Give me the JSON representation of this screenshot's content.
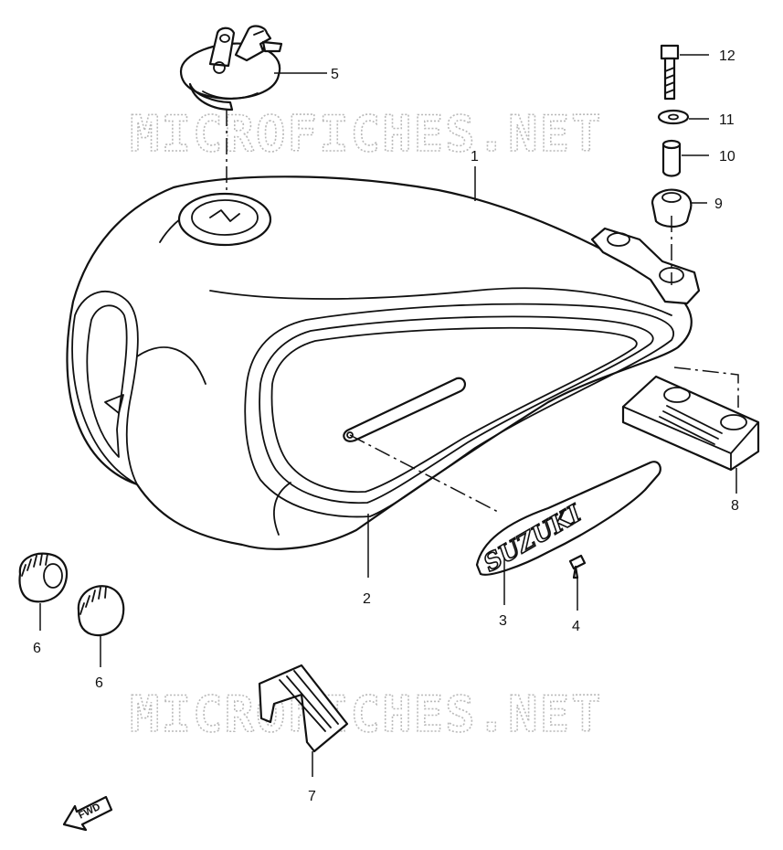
{
  "watermarks": [
    "MICROFICHES.NET",
    "MICROFICHES.NET"
  ],
  "emblem_text": "SUZUKI",
  "direction_arrow": "FWD",
  "callouts": [
    {
      "id": "c1",
      "label": "1"
    },
    {
      "id": "c2",
      "label": "2"
    },
    {
      "id": "c3",
      "label": "3"
    },
    {
      "id": "c4",
      "label": "4"
    },
    {
      "id": "c5",
      "label": "5"
    },
    {
      "id": "c6a",
      "label": "6"
    },
    {
      "id": "c6b",
      "label": "6"
    },
    {
      "id": "c7",
      "label": "7"
    },
    {
      "id": "c8",
      "label": "8"
    },
    {
      "id": "c9",
      "label": "9"
    },
    {
      "id": "c10",
      "label": "10"
    },
    {
      "id": "c11",
      "label": "11"
    },
    {
      "id": "c12",
      "label": "12"
    }
  ]
}
